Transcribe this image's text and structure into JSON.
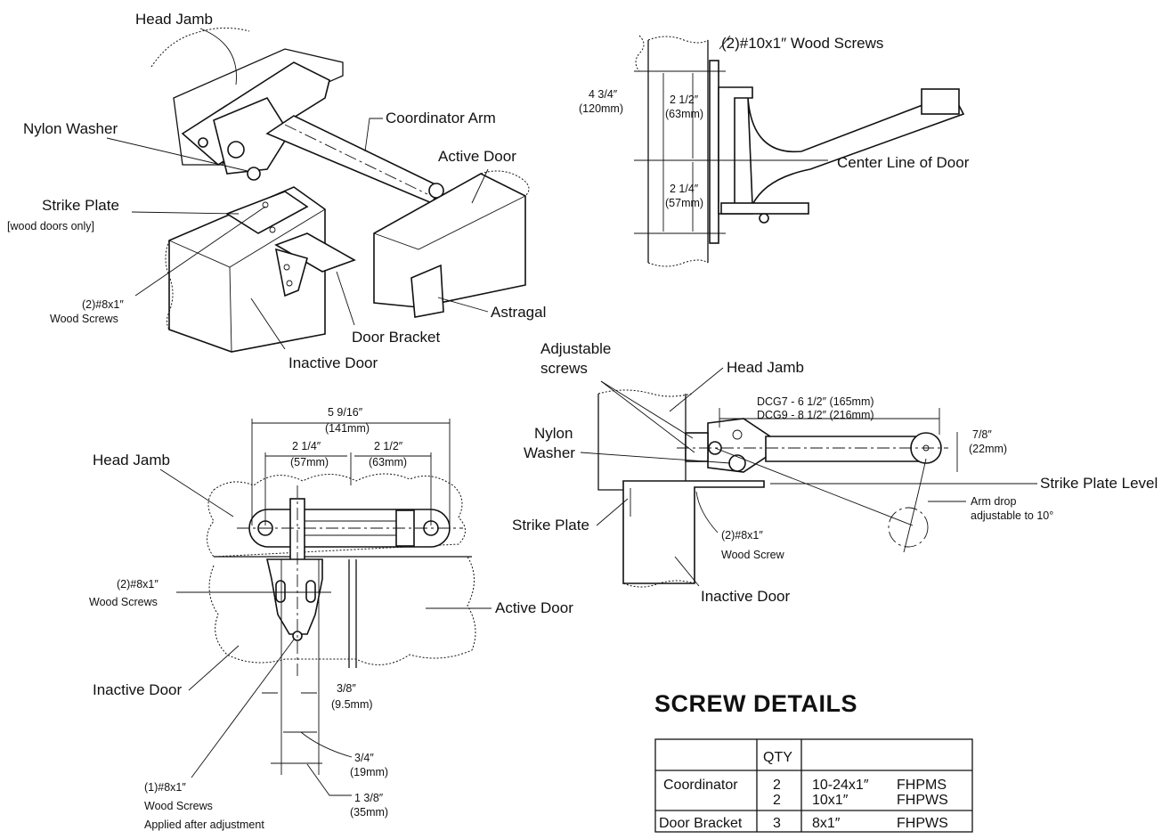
{
  "fig1": {
    "head_jamb": "Head Jamb",
    "nylon_washer": "Nylon Washer",
    "coordinator_arm": "Coordinator Arm",
    "active_door": "Active Door",
    "strike_plate": "Strike Plate",
    "wood_doors_only": "[wood doors only]",
    "screws_line1": "(2)#8x1″",
    "screws_line2": "Wood Screws",
    "door_bracket": "Door Bracket",
    "astragal": "Astragal",
    "inactive_door": "Inactive Door"
  },
  "fig2": {
    "screws": "(2)#10x1″ Wood Screws",
    "dim_total_in": "4 3/4″",
    "dim_total_mm": "(120mm)",
    "dim_upper_in": "2 1/2″",
    "dim_upper_mm": "(63mm)",
    "dim_lower_in": "2 1/4″",
    "dim_lower_mm": "(57mm)",
    "center_line": "Center Line of Door"
  },
  "fig3": {
    "adjustable_line1": "Adjustable",
    "adjustable_line2": "screws",
    "head_jamb": "Head Jamb",
    "dcg7": "DCG7 - 6 1/2″ (165mm)",
    "dcg9": "DCG9 - 8 1/2″ (216mm)",
    "nylon_line1": "Nylon",
    "nylon_line2": "Washer",
    "drop_in": "7/8″",
    "drop_mm": "(22mm)",
    "strike_level": "Strike Plate Level",
    "arm_drop_line1": "Arm drop",
    "arm_drop_line2": "adjustable to 10°",
    "strike_plate": "Strike Plate",
    "screw_line1": "(2)#8x1″",
    "screw_line2": "Wood Screw",
    "inactive_door": "Inactive Door"
  },
  "fig4": {
    "dim_total_in": "5 9/16″",
    "dim_total_mm": "(141mm)",
    "dim_left_in": "2 1/4″",
    "dim_left_mm": "(57mm)",
    "dim_right_in": "2 1/2″",
    "dim_right_mm": "(63mm)",
    "head_jamb": "Head Jamb",
    "screws_line1": "(2)#8x1″",
    "screws_line2": "Wood Screws",
    "active_door": "Active Door",
    "inactive_door": "Inactive Door",
    "dim_a_in": "3/8″",
    "dim_a_mm": "(9.5mm)",
    "dim_b_in": "3/4″",
    "dim_b_mm": "(19mm)",
    "dim_c_in": "1 3/8″",
    "dim_c_mm": "(35mm)",
    "note_line1": "(1)#8x1″",
    "note_line2": "Wood Screws",
    "note_line3": "Applied after adjustment"
  },
  "screw_details": {
    "heading": "SCREW DETAILS",
    "qty_header": "QTY",
    "rows": [
      {
        "item": "Coordinator",
        "qty": [
          "2",
          "2"
        ],
        "size": [
          "10-24x1″",
          "10x1″"
        ],
        "type": [
          "FHPMS",
          "FHPWS"
        ]
      },
      {
        "item": "Door Bracket",
        "qty": [
          "3"
        ],
        "size": [
          "8x1″"
        ],
        "type": [
          "FHPWS"
        ]
      }
    ]
  }
}
